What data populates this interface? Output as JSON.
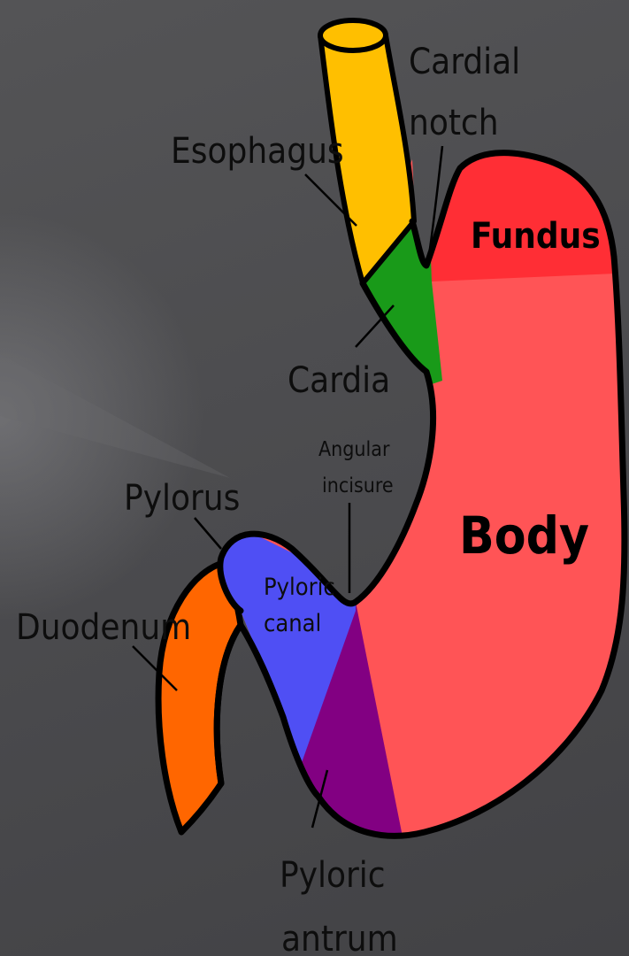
{
  "diagram": {
    "colors": {
      "background": "#4b4b4e",
      "esophagus": "#ffbf00",
      "cardia": "#199a19",
      "fundus": "#ff2e35",
      "body": "#ff5456",
      "pyloric_antrum": "#820082",
      "pyloric_canal": "#4f4ff4",
      "duodenum": "#ff6600",
      "outline": "#000000"
    },
    "labels": {
      "cardial_notch_1": "Cardial",
      "cardial_notch_2": "notch",
      "esophagus": "Esophagus",
      "fundus": "Fundus",
      "cardia": "Cardia",
      "angular_incisure_1": "Angular",
      "angular_incisure_2": "incisure",
      "body": "Body",
      "pylorus": "Pylorus",
      "pyloric_canal_1": "Pyloric",
      "pyloric_canal_2": "canal",
      "duodenum": "Duodenum",
      "pyloric_antrum_1": "Pyloric",
      "pyloric_antrum_2": "antrum"
    }
  }
}
